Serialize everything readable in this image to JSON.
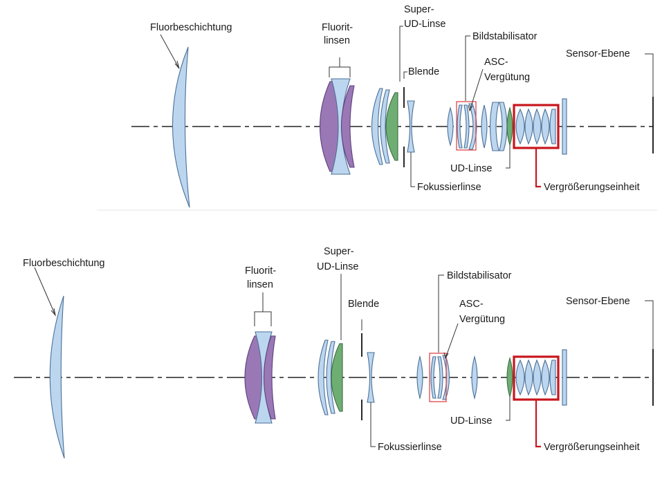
{
  "labels": {
    "fluor": "Fluorbeschichtung",
    "fluorit_1": "Fluorit-",
    "fluorit_2": "linsen",
    "superud_1": "Super-",
    "superud_2": "UD-Linse",
    "blende": "Blende",
    "bildstab": "Bildstabilisator",
    "asc_1": "ASC-",
    "asc_2": "Vergütung",
    "sensor": "Sensor-Ebene",
    "udlinse": "UD-Linse",
    "fokus": "Fokussierlinse",
    "vergr": "Vergrößerungseinheit"
  }
}
